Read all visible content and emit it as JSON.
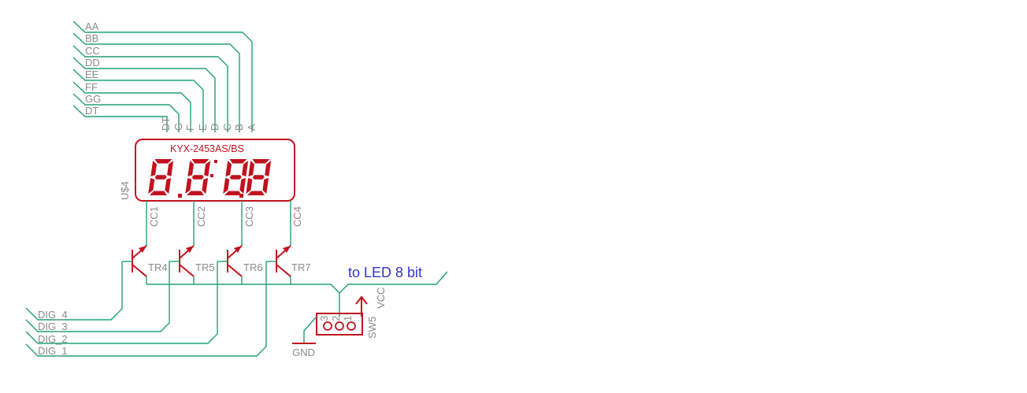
{
  "schematic": {
    "bus_labels": [
      "AA",
      "BB",
      "CC",
      "DD",
      "EE",
      "FF",
      "GG",
      "DT"
    ],
    "display": {
      "name": "KYX-2453AS/BS",
      "ref": "U$4",
      "digits": "88:8.8",
      "segment_pins": [
        "DT",
        "G",
        "F",
        "E",
        "D",
        "C",
        "B",
        "A"
      ],
      "common_pins": [
        "CC1",
        "CC2",
        "CC3",
        "CC4"
      ]
    },
    "transistors": [
      "TR4",
      "TR5",
      "TR6",
      "TR7"
    ],
    "digit_labels": [
      "DIG_4",
      "DIG_3",
      "DIG_2",
      "DIG_1"
    ],
    "net_label": "to LED 8 bit",
    "supply": "VCC",
    "ground": "GND",
    "switch": {
      "ref": "SW5",
      "pins": [
        "3",
        "2",
        "1"
      ]
    },
    "colors": {
      "wire": "#22a07a",
      "part": "#c1121f",
      "label": "#8a8a8a",
      "net_label": "#3535c8"
    }
  }
}
